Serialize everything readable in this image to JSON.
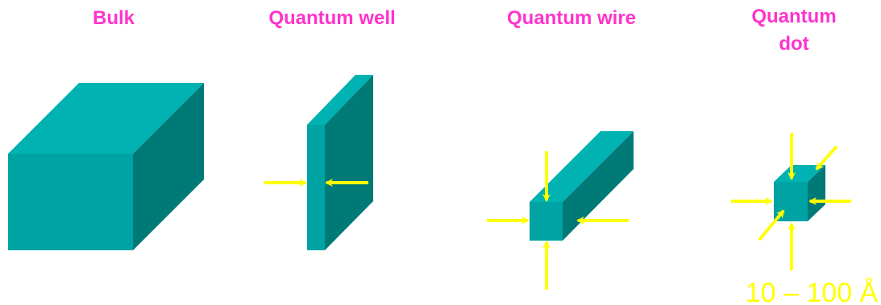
{
  "colors": {
    "title": "#ff33cc",
    "arrow": "#ffff00",
    "scale_text": "#ffff00",
    "face_front": "#00a3a3",
    "face_top": "#00b2b2",
    "face_side": "#007a77"
  },
  "panels": [
    {
      "id": "bulk",
      "title_lines": [
        "Bulk"
      ]
    },
    {
      "id": "well",
      "title_lines": [
        "Quantum well"
      ]
    },
    {
      "id": "wire",
      "title_lines": [
        "Quantum wire"
      ]
    },
    {
      "id": "dot",
      "title_lines": [
        "Quantum",
        "dot"
      ]
    }
  ],
  "scale_label": "10 – 100 Å",
  "icons": [
    "arrow-icon"
  ]
}
